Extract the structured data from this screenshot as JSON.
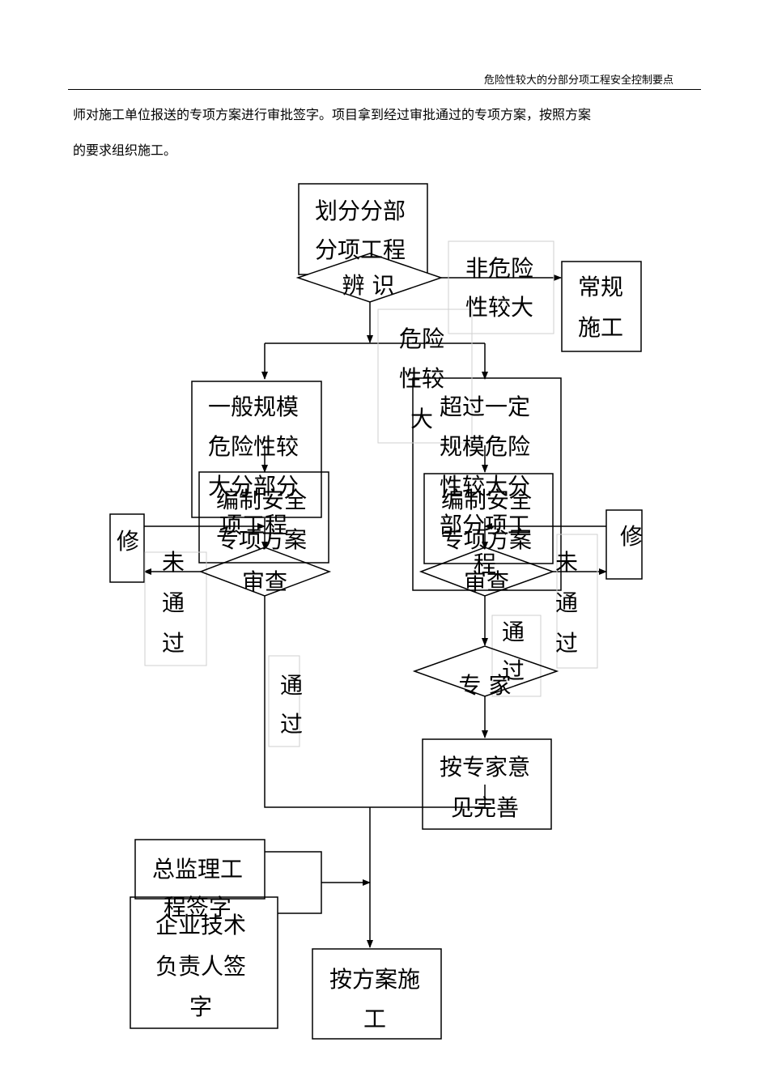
{
  "header": {
    "title": "危险性较大的分部分项工程安全控制要点"
  },
  "paragraph": {
    "line1": "师对施工单位报送的专项方案进行审批签字。项目拿到经过审批通过的专项方案，按照方案",
    "line2": "的要求组织施工。"
  },
  "flowchart": {
    "divide": [
      "划分分部",
      "分项工程"
    ],
    "identify": "辨 识",
    "non_hazard": [
      "非危险",
      "性较大"
    ],
    "normal_construction": [
      "常规",
      "施工"
    ],
    "hazard": [
      "危险",
      "性较",
      "大"
    ],
    "general_scale": [
      "一般规模",
      "危险性较",
      "大分部分",
      "项工程"
    ],
    "over_scale": [
      "超过一定",
      "规模危险",
      "性较大分",
      "部分项工",
      "程"
    ],
    "prepare_left": [
      "编制安全",
      "专项方案"
    ],
    "prepare_right": [
      "编制安全",
      "专项方案"
    ],
    "review_left": "审查",
    "review_right": "审查",
    "revise_left": "修",
    "revise_right": "修",
    "not_pass_left": [
      "未",
      "通",
      "过"
    ],
    "not_pass_right": [
      "未",
      "通",
      "过"
    ],
    "pass_left": [
      "通",
      "过"
    ],
    "pass_right": [
      "通",
      "过"
    ],
    "expert": "专 家",
    "improve": [
      "按专家意",
      "见完善"
    ],
    "chief_sign": [
      "总监理工",
      "程签字"
    ],
    "tech_sign": [
      "企业技术",
      "负责人签",
      "字"
    ],
    "construct": [
      "按方案施",
      "工"
    ]
  }
}
